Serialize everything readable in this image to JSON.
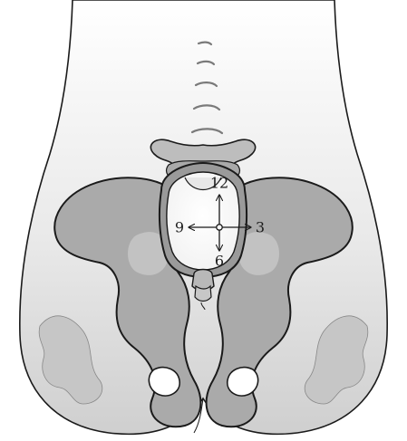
{
  "image": {
    "subject": "female-pelvis-clock-orientation",
    "colors": {
      "outline": "#1a1a1a",
      "bone_dark": "#a7a7a7",
      "bone_mid": "#bdbdbd",
      "bone_light": "#d6d6d6",
      "body_gradient_top": "#ffffff",
      "body_gradient_bottom": "#cfcfcf",
      "inlet_fill": "#ffffff"
    }
  },
  "clock": {
    "top_label": "12",
    "right_label": "3",
    "bottom_label": "6",
    "left_label": "9"
  }
}
